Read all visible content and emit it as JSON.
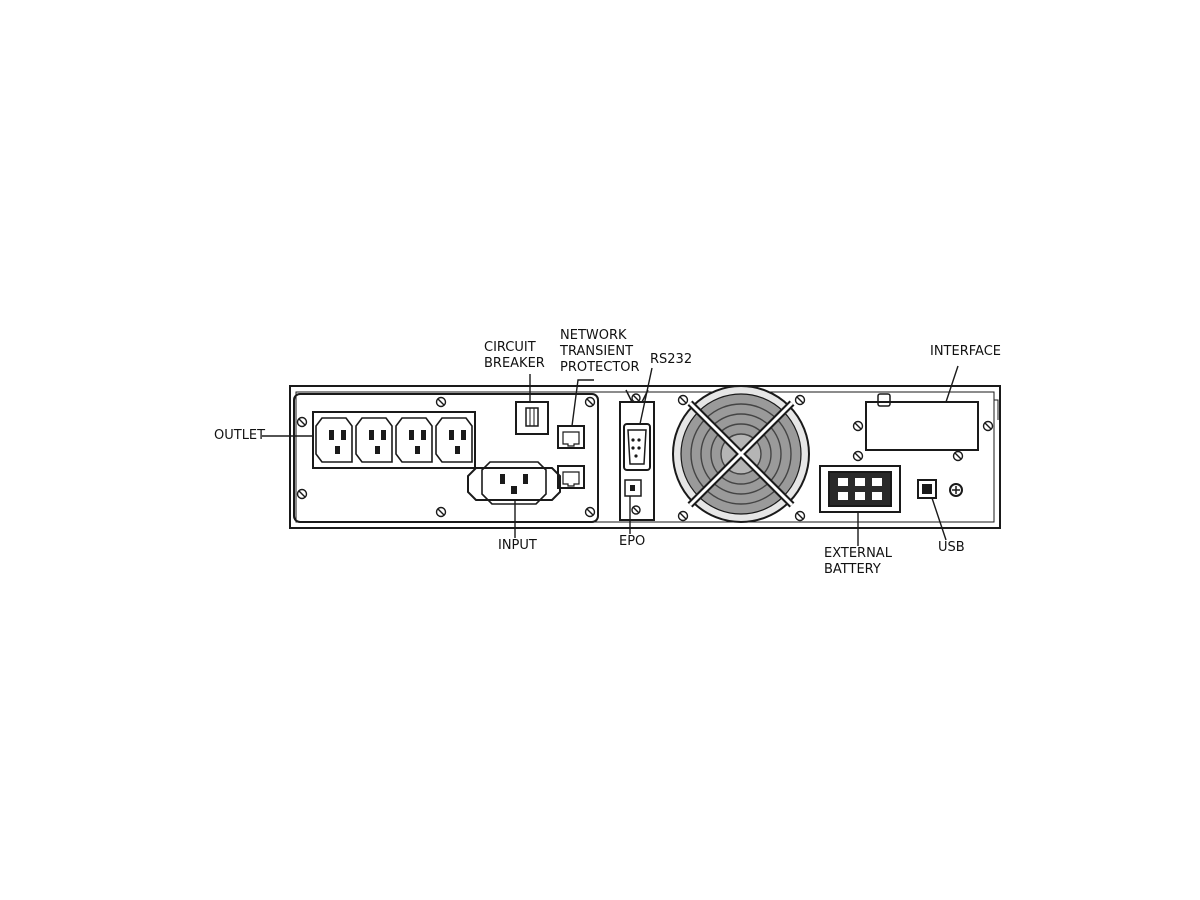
{
  "labels": {
    "outlet": "OUTLET",
    "circuit_breaker": [
      "CIRCUIT",
      "BREAKER"
    ],
    "network_protector": [
      "NETWORK",
      "TRANSIENT",
      "PROTECTOR"
    ],
    "rs232": "RS232",
    "interface": "INTERFACE",
    "input": "INPUT",
    "epo": "EPO",
    "external_battery": [
      "EXTERNAL",
      "BATTERY"
    ],
    "usb": "USB"
  },
  "colors": {
    "line": "#1a1a1a",
    "panel": "#ffffff",
    "fan_fill": "#8a8a8a",
    "background": "#ffffff"
  }
}
